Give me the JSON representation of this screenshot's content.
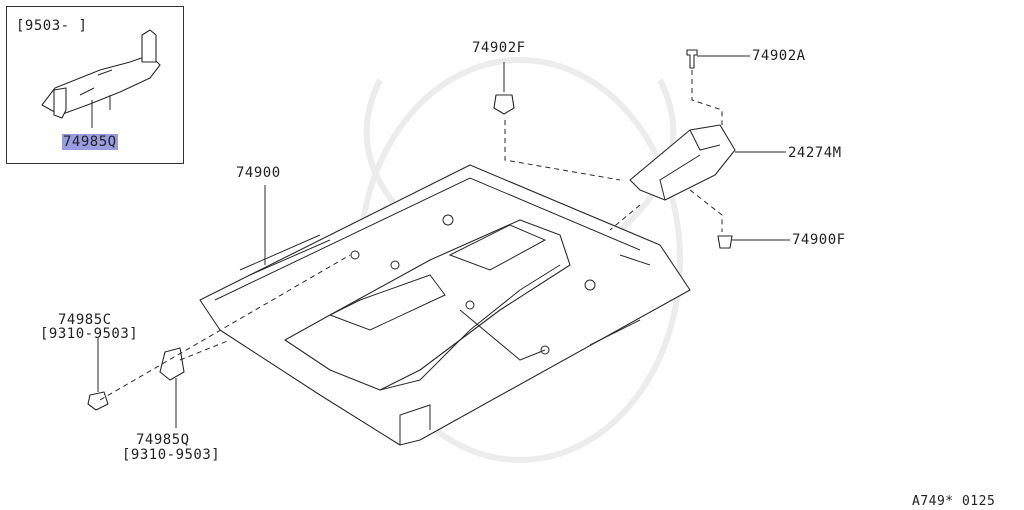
{
  "labels": {
    "inset_range": "[9503-     ]",
    "inset_part": "74985Q",
    "p74902F": "74902F",
    "p74902A": "74902A",
    "p24274M": "24274M",
    "p74900F": "74900F",
    "p74900": "74900",
    "p74985C": "74985C",
    "p74985C_range": "[9310-9503]",
    "p74985Q": "74985Q",
    "p74985Q_range": "[9310-9503]",
    "figure_id": "A749* 0125"
  },
  "colors": {
    "highlight": "#9a9ce0",
    "watermark": "#ececec",
    "line": "#2a2a2a"
  }
}
